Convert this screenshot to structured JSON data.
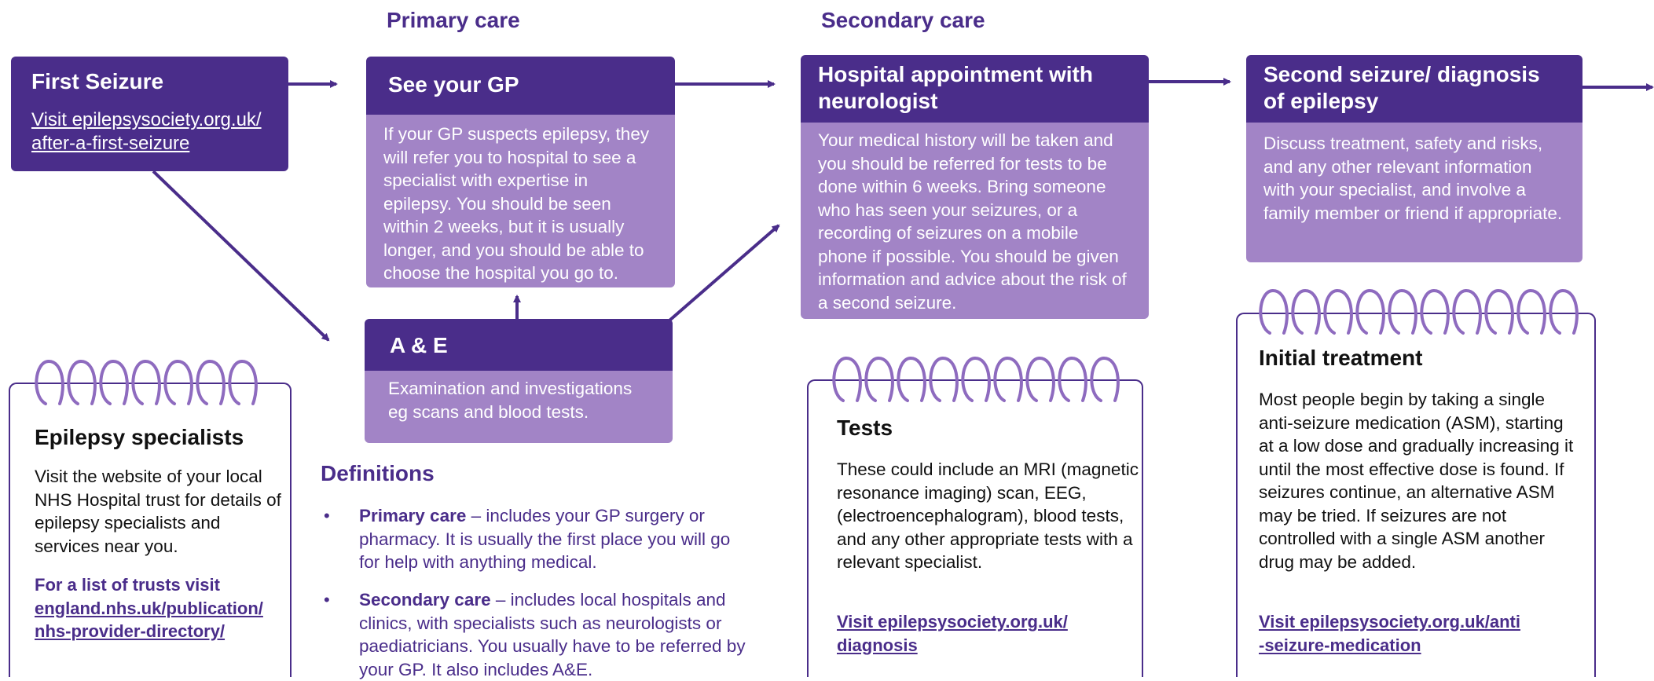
{
  "sections": {
    "primary": "Primary care",
    "secondary": "Secondary care"
  },
  "first_seizure": {
    "title": "First Seizure",
    "link_line1": "Visit epilepsysociety.org.uk/",
    "link_line2": "after-a-first-seizure"
  },
  "gp": {
    "title": "See your GP",
    "body": "If your GP suspects epilepsy, they will refer you to hospital to see a specialist with expertise in epilepsy. You should be seen within 2 weeks, but it is usually longer, and you should be able to choose the hospital you go to."
  },
  "ae": {
    "title": "A & E",
    "body": "Examination and investigations eg scans and blood tests."
  },
  "hospital": {
    "title": "Hospital appointment with neurologist",
    "body": "Your medical history will be taken and you should be referred for tests to be done within 6 weeks. Bring someone who has seen your seizures, or a recording of seizures on a mobile phone if possible. You should be given information and advice about the risk of a second seizure."
  },
  "second_seizure": {
    "title": "Second seizure/ diagnosis of epilepsy",
    "body": "Discuss treatment, safety and risks, and any other relevant information with your specialist, and involve a family member or friend if appropriate."
  },
  "specialists_card": {
    "title": "Epilepsy specialists",
    "body": "Visit the website of your local NHS Hospital trust for details of epilepsy specialists and services near you.",
    "lead": "For a list of trusts visit",
    "link_line1": "england.nhs.uk/publication/",
    "link_line2": "nhs-provider-directory/"
  },
  "tests_card": {
    "title": "Tests",
    "body": "These could include an MRI (magnetic resonance imaging) scan, EEG, (electroencephalogram), blood tests, and any other appropriate tests with a relevant specialist.",
    "link_line1": "Visit epilepsysociety.org.uk/",
    "link_line2": "diagnosis"
  },
  "treatment_card": {
    "title": "Initial treatment",
    "body": "Most people begin by taking a single anti-seizure medication (ASM), starting at a low dose and gradually increasing it until the most effective dose is found. If seizures continue, an alternative ASM may be tried. If seizures are not controlled with a single ASM another drug may be added.",
    "link_line1": "Visit epilepsysociety.org.uk/anti",
    "link_line2": "-seizure-medication"
  },
  "definitions": {
    "title": "Definitions",
    "items": [
      {
        "term": "Primary care",
        "text": " – includes your GP surgery or pharmacy. It is usually the first place you will go for help with anything medical."
      },
      {
        "term": "Secondary care",
        "text": " – includes local hospitals and clinics, with specialists such as neurologists or paediatricians. You usually have to be referred by your GP. It also includes A&E."
      }
    ]
  },
  "colors": {
    "dark": "#4a2d8a",
    "light": "#a284c6",
    "spiral": "#8e6bbf"
  },
  "icons": [
    "arrow-icon",
    "spiral-binding-icon"
  ]
}
